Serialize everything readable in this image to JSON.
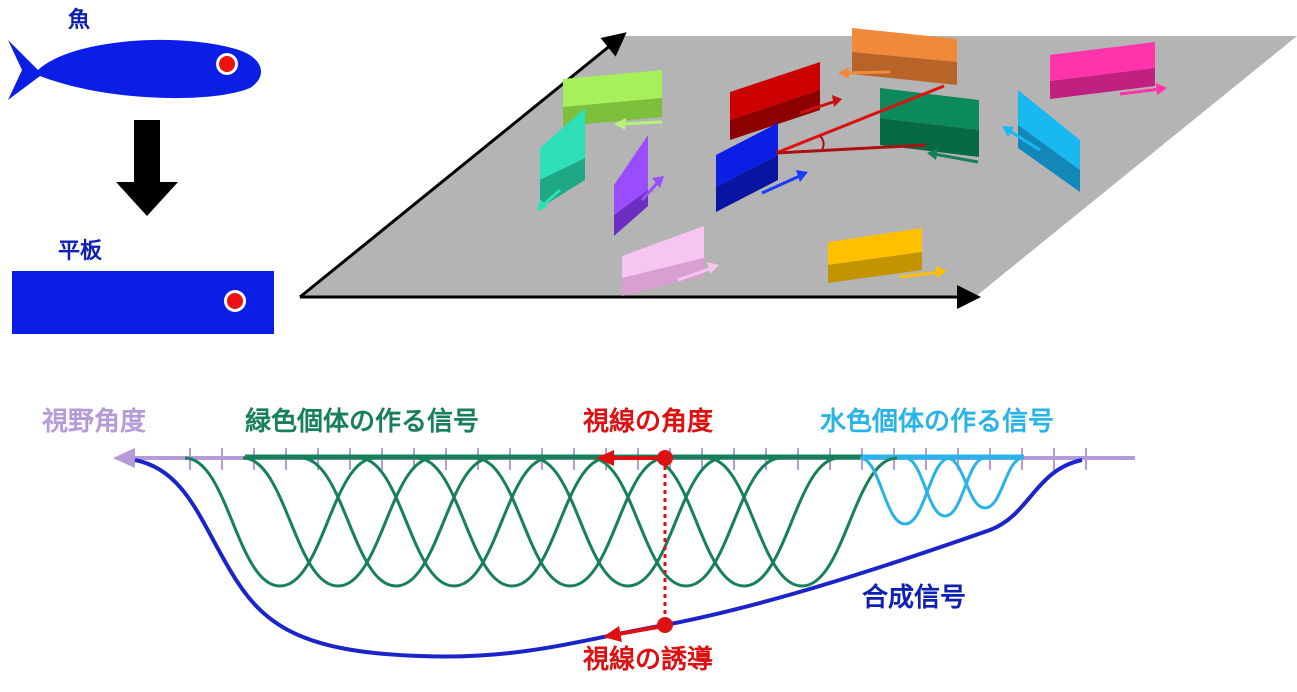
{
  "labels": {
    "fish": "魚",
    "plate": "平板",
    "view_angle": "視野角度",
    "green_signal": "緑色個体の作る信号",
    "gaze_angle": "視線の角度",
    "cyan_signal": "水色個体の作る信号",
    "composite": "合成信号",
    "gaze_guidance": "視線の誘導"
  },
  "colors": {
    "fish_blue": "#0a1ee6",
    "eye_red": "#ee1111",
    "arena_gray": "#b4b4b4",
    "axis_purple": "#b59bd8",
    "green_signal": "#17805a",
    "cyan_signal": "#2ab3e6",
    "composite_blue": "#1a24c8",
    "gaze_red": "#dd1111",
    "label_blue": "#1020b0"
  },
  "plates": [
    {
      "name": "lime",
      "color": "#a6f05a",
      "dark": "#7cbf3a",
      "arrow": "#b7f27a",
      "direction": "left"
    },
    {
      "name": "red",
      "color": "#cc0000",
      "dark": "#8e0000",
      "arrow": "#cc1111",
      "direction": "right"
    },
    {
      "name": "orange",
      "color": "#f0893a",
      "dark": "#b86428",
      "arrow": "#f0893a",
      "direction": "left"
    },
    {
      "name": "magenta",
      "color": "#ff33aa",
      "dark": "#c0207f",
      "arrow": "#ff33aa",
      "direction": "right"
    },
    {
      "name": "teal",
      "color": "#2ee0b8",
      "dark": "#1fa886",
      "arrow": "#2ee0b8",
      "direction": "left"
    },
    {
      "name": "violet",
      "color": "#9a4dff",
      "dark": "#6a2fc0",
      "arrow": "#9a4dff",
      "direction": "right"
    },
    {
      "name": "blue",
      "color": "#0a1ee6",
      "dark": "#0914a0",
      "arrow": "#1a3cff",
      "direction": "right"
    },
    {
      "name": "green",
      "color": "#0c8a5c",
      "dark": "#066a44",
      "arrow": "#17805a",
      "direction": "left"
    },
    {
      "name": "cyan",
      "color": "#1ab8f0",
      "dark": "#1288b8",
      "arrow": "#1ab8f0",
      "direction": "left"
    },
    {
      "name": "pink",
      "color": "#f6c6f0",
      "dark": "#d8a0d0",
      "arrow": "#f6c6f0",
      "direction": "right"
    },
    {
      "name": "yellow",
      "color": "#ffc000",
      "dark": "#c49300",
      "arrow": "#ffc000",
      "direction": "right"
    }
  ]
}
